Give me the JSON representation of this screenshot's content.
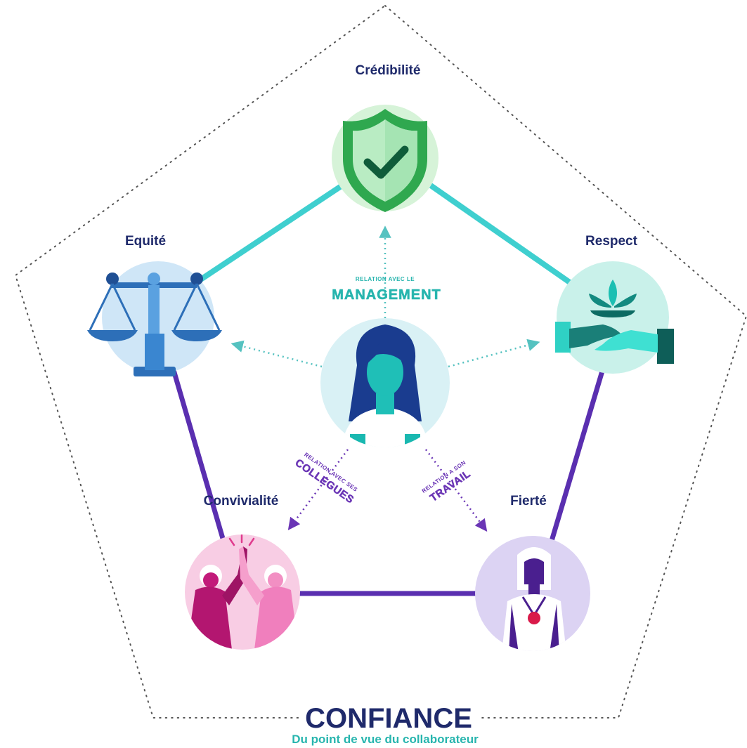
{
  "nodes": {
    "credibilite": "Crédibilité",
    "equite": "Equité",
    "respect": "Respect",
    "convivialite": "Convivialité",
    "fierte": "Fierté"
  },
  "relations": {
    "management": {
      "small": "RELATION AVEC LE",
      "big": "MANAGEMENT"
    },
    "collegues": {
      "small": "RELATION AVEC SES",
      "big": "COLLEGUES"
    },
    "travail": {
      "small": "RELATION A SON",
      "big": "TRAVAIL"
    }
  },
  "footer": {
    "title": "CONFIANCE",
    "subtitle": "Du point de vue du collaborateur"
  },
  "colors": {
    "navy": "#1f2a6b",
    "teal_edge": "#3fcfcf",
    "purple_edge": "#5a2fb0",
    "teal_arrow": "#55c2c0",
    "purple_arrow": "#6a35b5",
    "green_bg": "#d6f3d8",
    "blue_bg": "#cfe6f7",
    "mint_bg": "#c9f1ea",
    "pink_bg": "#f8cde4",
    "lavender_bg": "#dcd3f3",
    "center_bg": "#d9f1f5"
  },
  "icons": {
    "credibilite": "shield-check-icon",
    "equite": "scales-icon",
    "respect": "handshake-lotus-icon",
    "convivialite": "high-five-icon",
    "fierte": "person-medal-icon",
    "center": "woman-avatar-icon"
  }
}
